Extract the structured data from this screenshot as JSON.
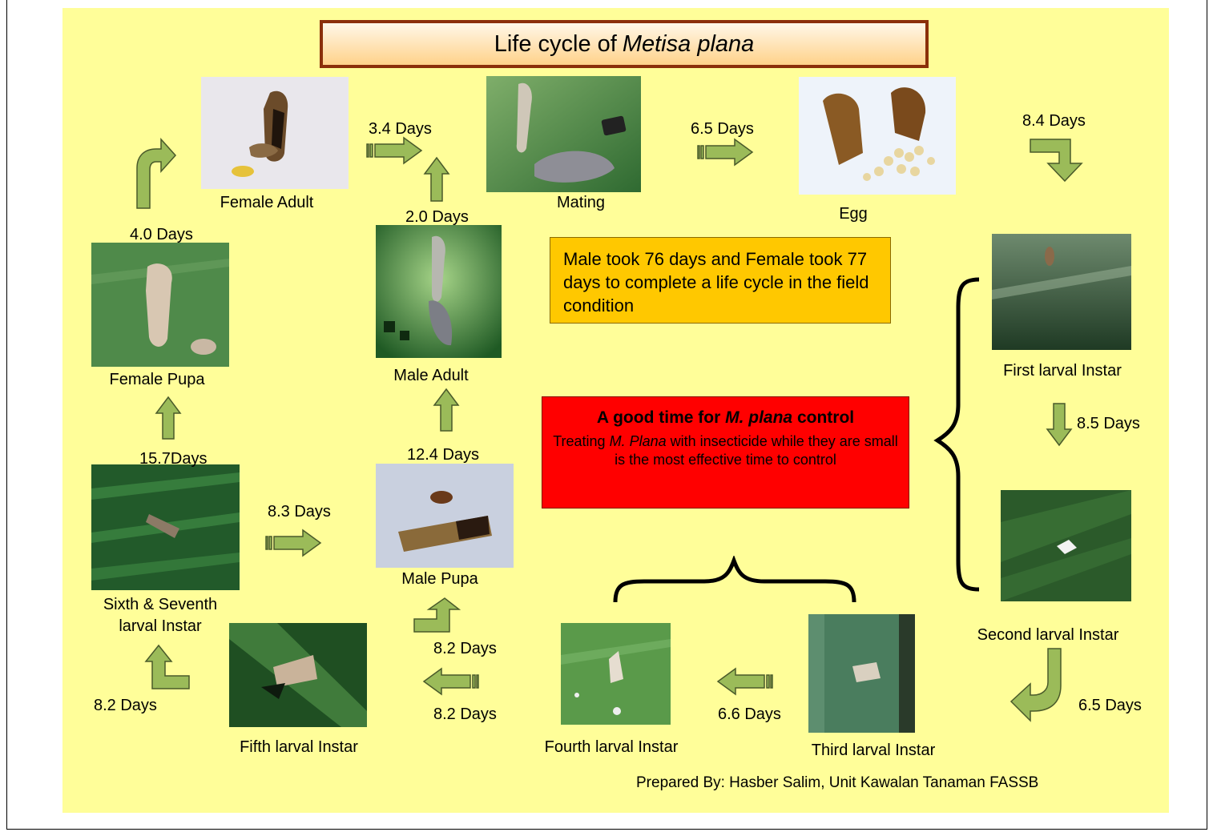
{
  "title": {
    "prefix": "Life cycle of",
    "species": "Metisa plana"
  },
  "stages": {
    "female_adult": "Female Adult",
    "mating": "Mating",
    "egg": "Egg",
    "first_instar": "First larval Instar",
    "second_instar": "Second larval Instar",
    "third_instar": "Third larval Instar",
    "fourth_instar": "Fourth larval Instar",
    "fifth_instar": "Fifth larval Instar",
    "sixth_seventh_instar_line1": "Sixth & Seventh",
    "sixth_seventh_instar_line2": "larval Instar",
    "female_pupa": "Female Pupa",
    "male_pupa": "Male Pupa",
    "male_adult": "Male Adult"
  },
  "durations": {
    "female_adult_to_mating": "3.4 Days",
    "mating_to_egg": "6.5 Days",
    "egg_to_first": "8.4 Days",
    "male_adult_to_mating": "2.0 Days",
    "female_pupa_to_adult": "4.0 Days",
    "first_to_second": "8.5 Days",
    "second_to_third": "6.5 Days",
    "third_to_fourth": "6.6 Days",
    "fourth_to_fifth": "8.2 Days",
    "fifth_to_male_pupa": "8.2 Days",
    "fifth_to_sixth": "8.2 Days",
    "sixth_to_male_pupa": "8.3 Days",
    "sixth_to_female_pupa": "15.7Days",
    "male_pupa_to_adult": "12.4 Days"
  },
  "info_box": "Male took 76 days and Female took 77 days to complete a life cycle in the field condition",
  "control_box": {
    "heading_pre": "A good time for",
    "heading_species": "M. plana",
    "heading_post": "control",
    "body_pre": "Treating",
    "body_species": "M. Plana",
    "body_post": "with insecticide while they are small is the most effective time to control"
  },
  "credit": "Prepared By: Hasber Salim, Unit Kawalan Tanaman FASSB",
  "colors": {
    "background": "#fffe99",
    "arrow": "#9bbb59",
    "info_box": "#ffc800",
    "control_box": "#ff0000",
    "title_border": "#8b2f0a"
  }
}
